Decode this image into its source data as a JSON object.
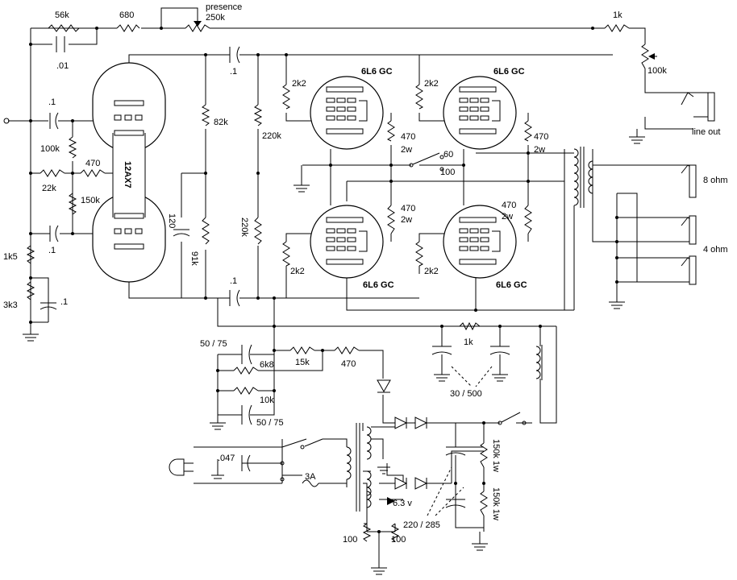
{
  "labels": {
    "r56k": "56k",
    "r680": "680",
    "presence_title": "presence",
    "presence_val": "250k",
    "c01": ".01",
    "c1_top": ".1",
    "c1_in": ".1",
    "c1_low": ".1",
    "r100k": "100k",
    "r470_grid": "470",
    "r22k": "22k",
    "r150k": "150k",
    "r1k5": "1k5",
    "r3k3": "3k3",
    "c1_cath": ".1",
    "tube_12ax7": "12AX7",
    "r82k": "82k",
    "c120": "120",
    "r91k": "91k",
    "r220k_a": "220k",
    "r220k_b": "220k",
    "c1_bottom": ".1",
    "r2k2_a": "2k2",
    "r2k2_b": "2k2",
    "r2k2_c": "2k2",
    "r2k2_d": "2k2",
    "tube_6l6_a": "6L6 GC",
    "tube_6l6_b": "6L6 GC",
    "tube_6l6_c": "6L6 GC",
    "tube_6l6_d": "6L6 GC",
    "r470_2w_a_val": "470",
    "r470_2w_a_rating": "2w",
    "r470_2w_b_val": "470",
    "r470_2w_b_rating": "2w",
    "r470_2w_c_val": "470",
    "r470_2w_c_rating": "2w",
    "r470_2w_d_val": "470",
    "r470_2w_d_rating": "2w",
    "sw_60": "60",
    "sw_100": "100",
    "r1k_top": "1k",
    "r100k_pot": "100k",
    "line_out": "line out",
    "ohm8": "8 ohm",
    "ohm4": "4 ohm",
    "c50_75_a": "50 / 75",
    "r6k8": "6k8",
    "r15k": "15k",
    "r470_psu": "470",
    "r10k": "10k",
    "c50_75_b": "50 / 75",
    "r1k_psu": "1k",
    "c30_500": "30 / 500",
    "c047": ".047",
    "fuse_3a": "3A",
    "v63": "6.3 v",
    "r100_a": "100",
    "r100_b": "100",
    "c220_285": "220 / 285",
    "r150k1w_a": "150k 1w",
    "r150k1w_b": "150k 1w"
  }
}
